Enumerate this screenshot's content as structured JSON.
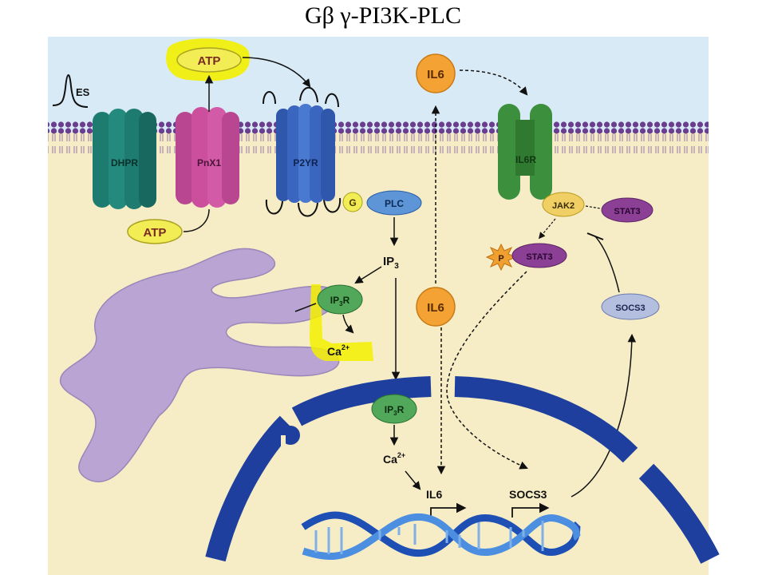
{
  "slide": {
    "title": "Gβ γ-PI3K-PLC"
  },
  "labels": {
    "es": "ES",
    "dhpr": "DHPR",
    "pnx1": "PnX1",
    "p2yr": "P2YR",
    "il6r": "IL6R",
    "atp_out": "ATP",
    "atp_in": "ATP",
    "il6_out": "IL6",
    "il6_cyto": "IL6",
    "g": "G",
    "plc": "PLC",
    "ip3": "IP",
    "ip3_sub": "3",
    "ip3r_er": "IP",
    "ip3r_er_sub": "3",
    "ip3r_er_r": "R",
    "ca_er": "Ca",
    "ca_er_sup": "2+",
    "jak2": "JAK2",
    "stat3": "STAT3",
    "pstat3": "STAT3",
    "p": "P",
    "socs3_prot": "SOCS3",
    "ip3r_nuc": "IP",
    "ip3r_nuc_sub": "3",
    "ip3r_nuc_r": "R",
    "ca_nuc": "Ca",
    "ca_nuc_sup": "2+",
    "il6_gene": "IL6",
    "socs3_gene": "SOCS3"
  },
  "colors": {
    "extracellular": "#d8eaf5",
    "cytoplasm": "#f6edc6",
    "membrane": "#6a3d8e",
    "er": "#b9a4d4",
    "nucleus": "#1f3f9e",
    "highlight": "#f3f000",
    "dhpr": "#1e7b70",
    "pnx1": "#cc4f9e",
    "p2yr": "#3a66c0",
    "il6r": "#3c8f3c",
    "atp": "#f2ec55",
    "il6": "#f3a233",
    "plc": "#5d95d6",
    "ip3r": "#52a85a",
    "jak2": "#f0d065",
    "stat3": "#8b3f95",
    "socs3": "#b4bedf"
  }
}
